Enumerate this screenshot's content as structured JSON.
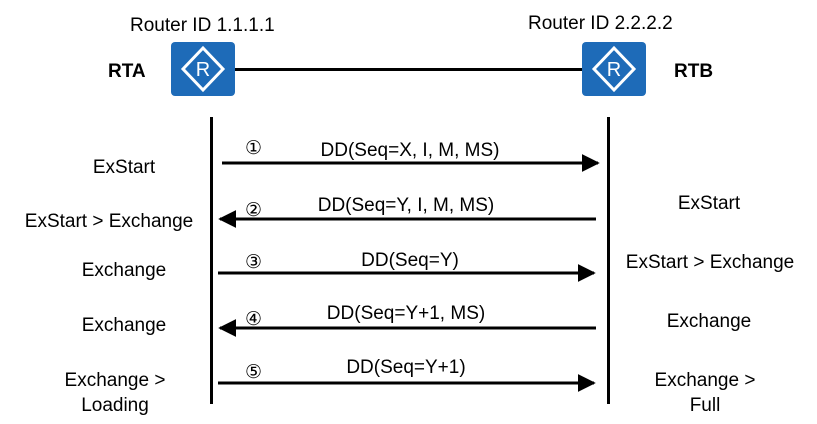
{
  "routers": {
    "left": {
      "id_label": "Router ID 1.1.1.1",
      "name": "RTA",
      "icon": "router-icon"
    },
    "right": {
      "id_label": "Router ID 2.2.2.2",
      "name": "RTB",
      "icon": "router-icon"
    }
  },
  "messages": [
    {
      "step": "①",
      "label": "DD(Seq=X, I, M, MS)",
      "direction": "right"
    },
    {
      "step": "②",
      "label": "DD(Seq=Y, I, M, MS)",
      "direction": "left"
    },
    {
      "step": "③",
      "label": "DD(Seq=Y)",
      "direction": "right"
    },
    {
      "step": "④",
      "label": "DD(Seq=Y+1, MS)",
      "direction": "left"
    },
    {
      "step": "⑤",
      "label": "DD(Seq=Y+1)",
      "direction": "right"
    }
  ],
  "left_states": [
    "ExStart",
    "ExStart > Exchange",
    "Exchange",
    "Exchange",
    "Exchange >",
    "Loading"
  ],
  "right_states": [
    "ExStart",
    "ExStart > Exchange",
    "Exchange",
    "Exchange >",
    "Full"
  ]
}
